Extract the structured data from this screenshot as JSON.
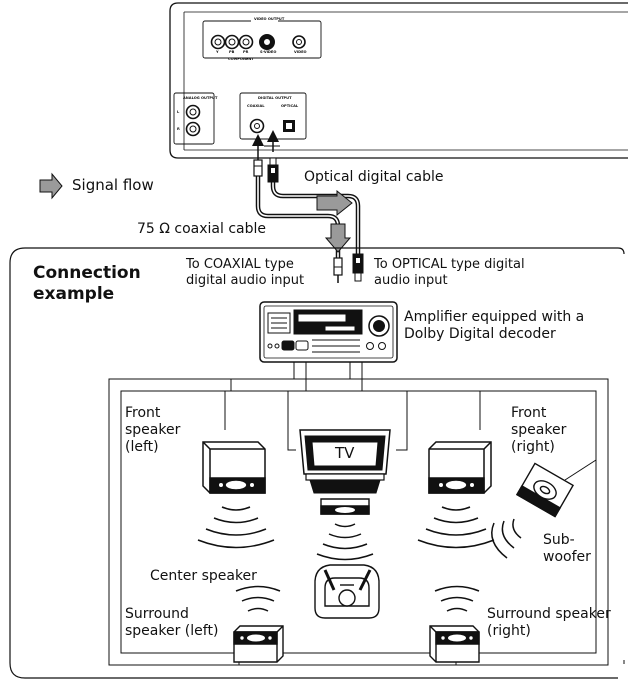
{
  "legend": {
    "signal_flow": "Signal flow"
  },
  "cables": {
    "optical": "Optical digital cable",
    "coaxial": "75 Ω coaxial cable"
  },
  "player_panel": {
    "video_output": "VIDEO OUTPUT",
    "component": "COMPONENT",
    "jacks": [
      "Y",
      "PB",
      "PR",
      "S-VIDEO",
      "VIDEO"
    ],
    "analog_output": "ANALOG OUTPUT",
    "analog_channels": [
      "L",
      "R"
    ],
    "digital_output": "DIGITAL OUTPUT",
    "coaxial": "COAXIAL",
    "optical": "OPTICAL"
  },
  "connection": {
    "title_line1": "Connection",
    "title_line2": "example",
    "to_coaxial_line1": "To COAXIAL type",
    "to_coaxial_line2": "digital audio input",
    "to_optical_line1": "To OPTICAL type digital",
    "to_optical_line2": "audio input"
  },
  "amplifier": {
    "line1": "Amplifier equipped with a",
    "line2": "Dolby Digital decoder"
  },
  "tv_label": "TV",
  "speakers": {
    "front_left": [
      "Front",
      "speaker",
      "(left)"
    ],
    "front_right": [
      "Front",
      "speaker",
      "(right)"
    ],
    "subwoofer": [
      "Sub-",
      "woofer"
    ],
    "center": "Center speaker",
    "surround_left": [
      "Surround",
      "speaker (left)"
    ],
    "surround_right": [
      "Surround speaker",
      "(right)"
    ]
  }
}
